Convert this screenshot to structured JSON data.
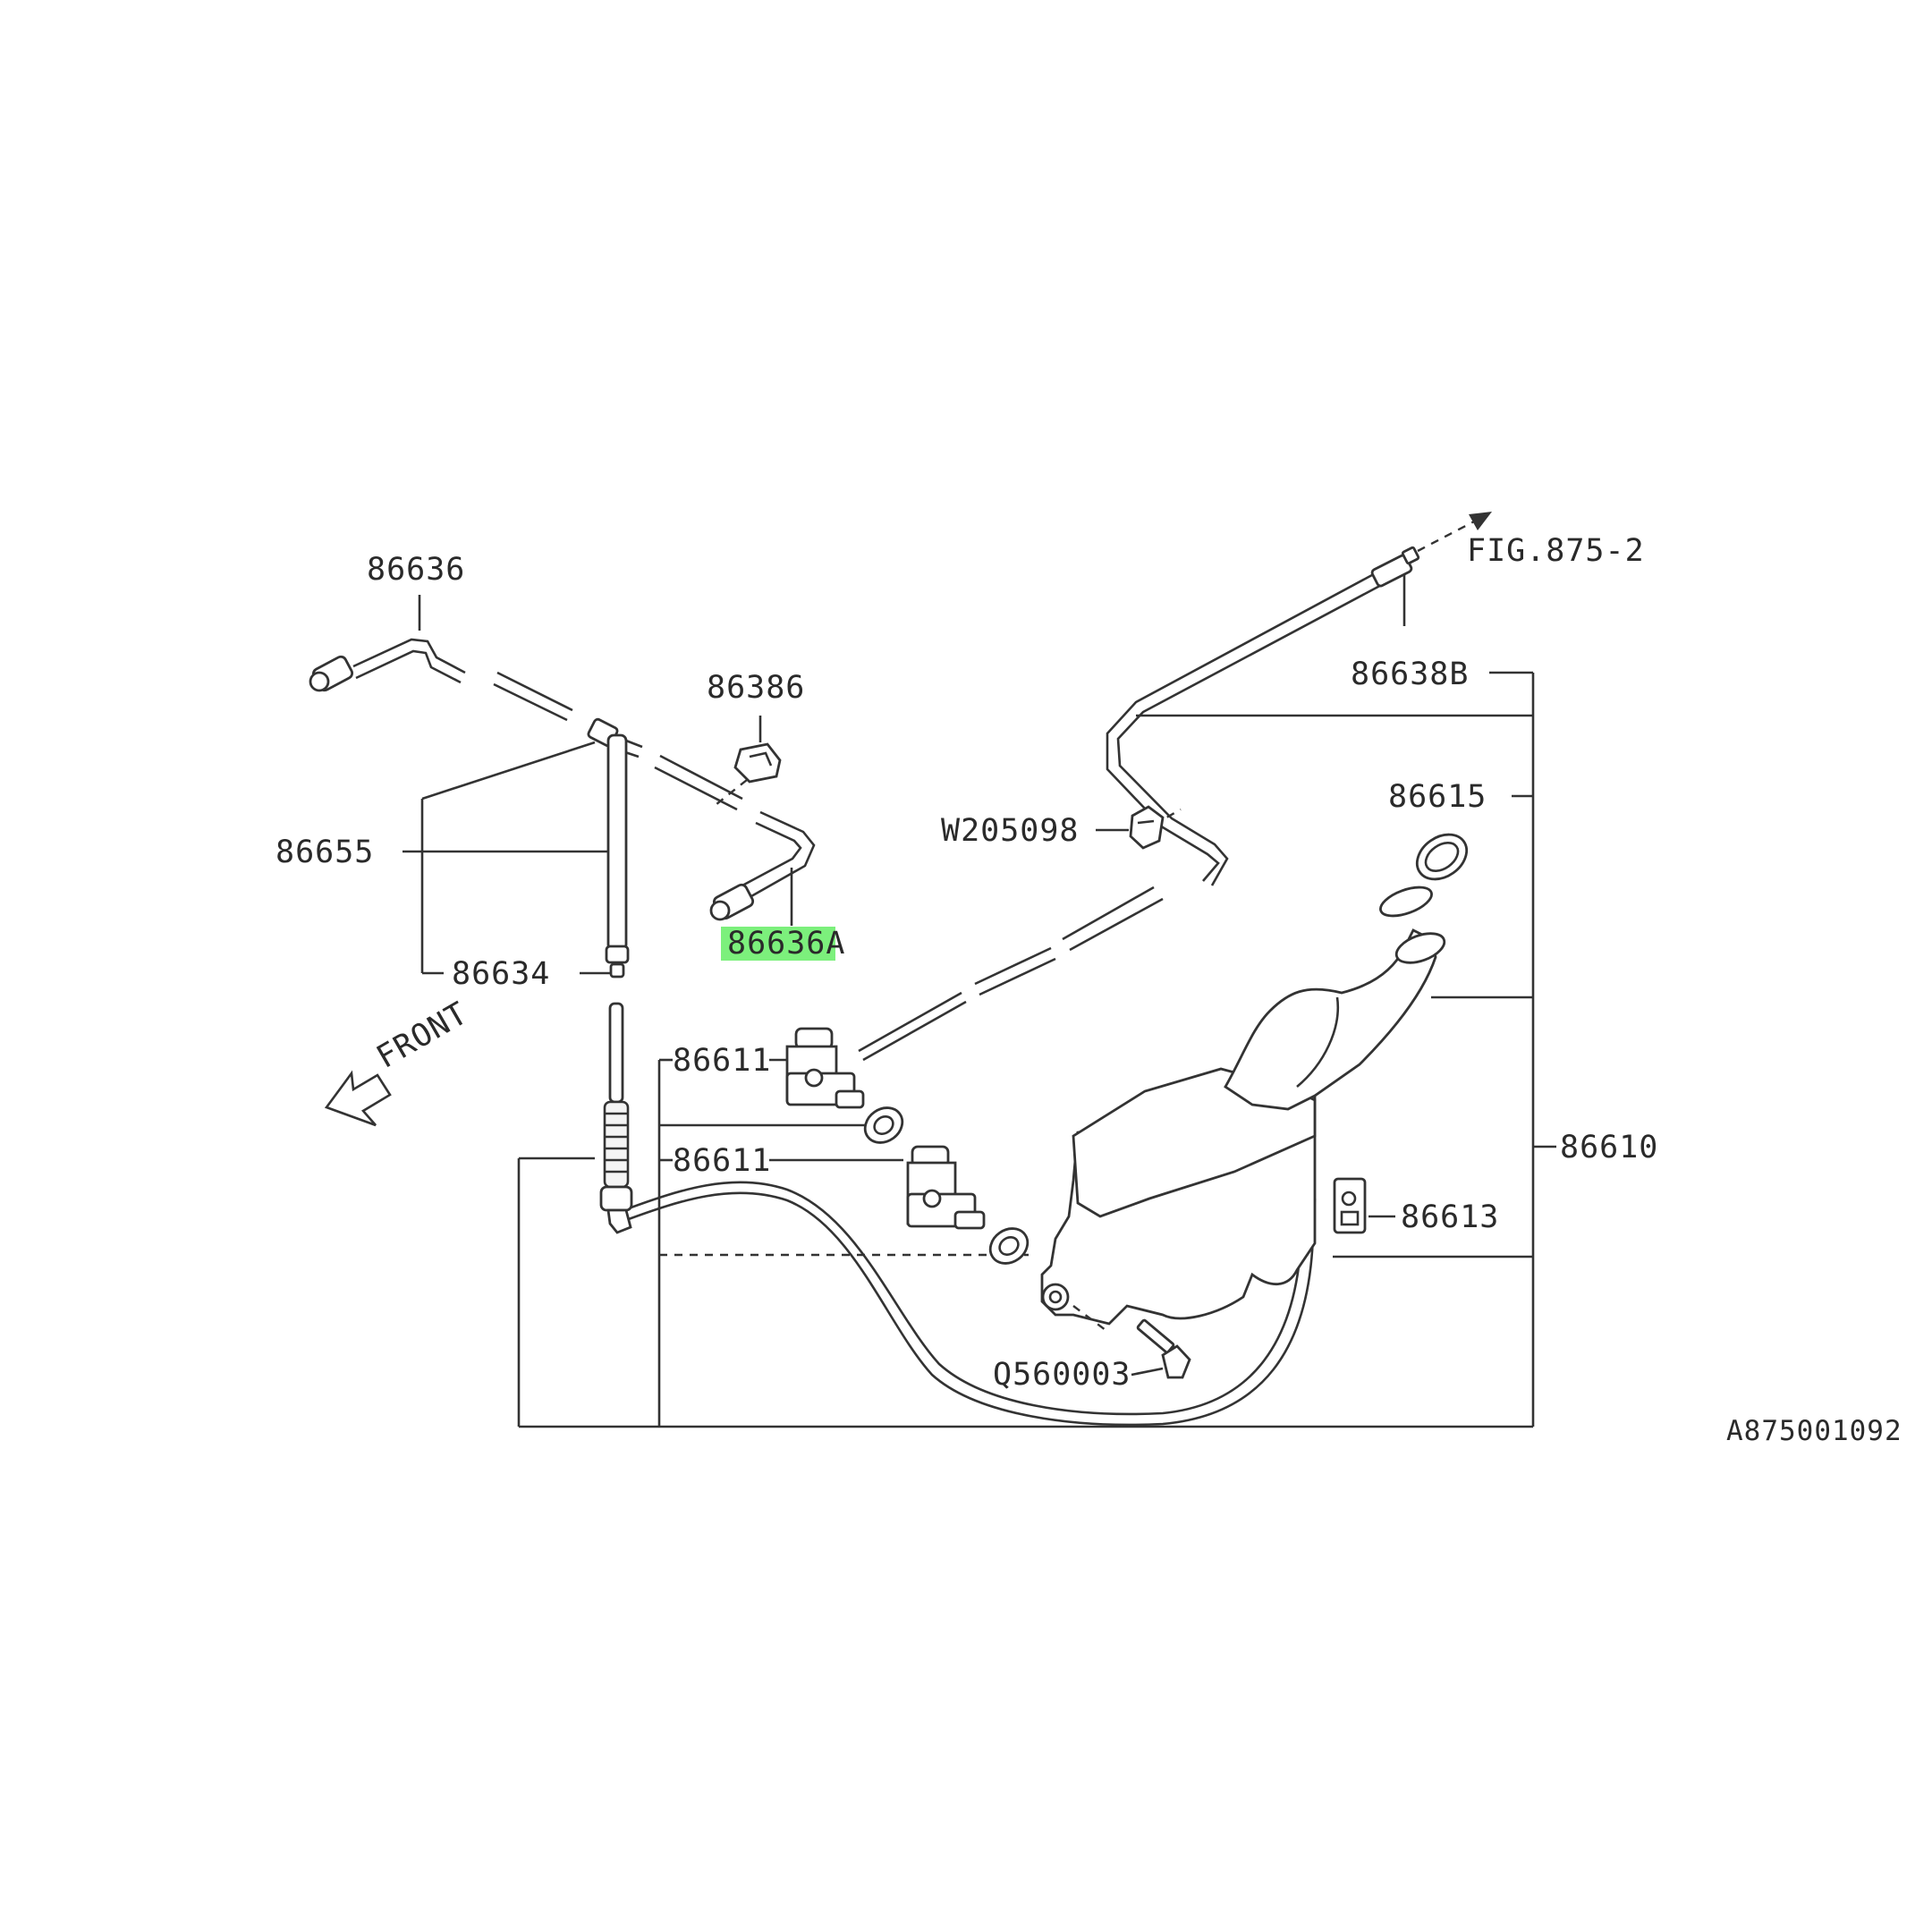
{
  "figure_id": "A875001092",
  "reference": "FIG.875-2",
  "front_label": "FRONT",
  "highlight_color": "#7cf07c",
  "parts": {
    "hose_86636": "86636",
    "clip_86386": "86386",
    "hose_86636A_base": "86636",
    "hose_86636A_suffix": "A",
    "hose_86655": "86655",
    "nozzle_86634": "86634",
    "hose_86638B": "86638B",
    "clip_W205098": "W205098",
    "cap_86615": "86615",
    "pump_86611_upper": "86611",
    "pump_86611_lower": "86611",
    "tank_86610": "86610",
    "sensor_86613": "86613",
    "bolt_Q560003": "Q560003"
  }
}
